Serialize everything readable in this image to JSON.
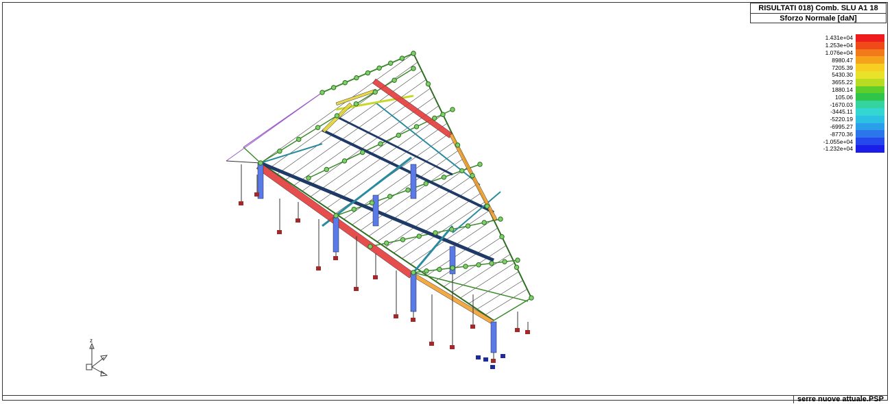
{
  "title": {
    "line1": "RISULTATI  018) Comb. SLU A1 18",
    "line2": "Sforzo Normale [daN]"
  },
  "legend": [
    {
      "label": "1.431e+04",
      "color": "#ee1c1c"
    },
    {
      "label": "1.253e+04",
      "color": "#f04a18"
    },
    {
      "label": "1.076e+04",
      "color": "#f27a1a"
    },
    {
      "label": "8980.47",
      "color": "#f5a31c"
    },
    {
      "label": "7205.39",
      "color": "#f6cf22"
    },
    {
      "label": "5430.30",
      "color": "#e8e22a"
    },
    {
      "label": "3655.22",
      "color": "#b8dc22"
    },
    {
      "label": "1880.14",
      "color": "#5ecf2a"
    },
    {
      "label": "105.06",
      "color": "#2fc44a"
    },
    {
      "label": "-1670.03",
      "color": "#35d3a0"
    },
    {
      "label": "-3445.11",
      "color": "#33d6d0"
    },
    {
      "label": "-5220.19",
      "color": "#2cc0e4"
    },
    {
      "label": "-6995.27",
      "color": "#2a9ee8"
    },
    {
      "label": "-8770.36",
      "color": "#2a76ea"
    },
    {
      "label": "-1.055e+04",
      "color": "#2448ec"
    },
    {
      "label": "-1.232e+04",
      "color": "#1a1ee8"
    }
  ],
  "axis": {
    "z_label": "z"
  },
  "footer": {
    "filename": "serre nuove attuale.PSP"
  }
}
